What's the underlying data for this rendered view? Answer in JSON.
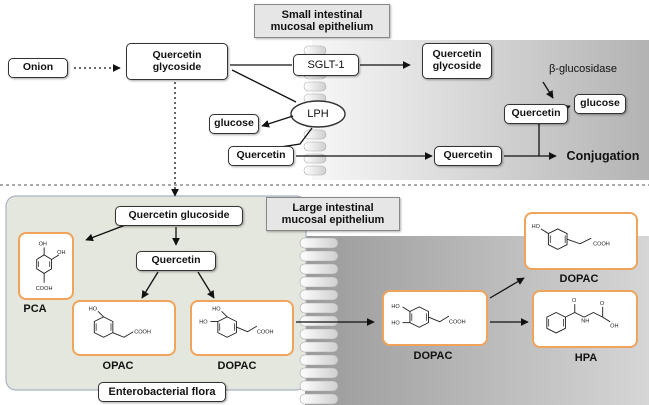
{
  "headers": {
    "small_intestine": "Small intestinal\nmucosal epithelium",
    "large_intestine": "Large intestinal\nmucosal epithelium"
  },
  "nodes": {
    "onion": "Onion",
    "quercetin_glycoside_1": "Quercetin\nglycoside",
    "sglt1": "SGLT-1",
    "quercetin_glycoside_2": "Quercetin\nglycoside",
    "beta_glucosidase": "β-glucosidase",
    "lph": "LPH",
    "glucose_1": "glucose",
    "glucose_2": "glucose",
    "quercetin_3": "Quercetin",
    "quercetin_1": "Quercetin",
    "quercetin_2": "Quercetin",
    "conjugation": "Conjugation",
    "quercetin_glucoside": "Quercetin glucoside",
    "quercetin_4": "Quercetin",
    "enterobacterial_flora": "Enterobacterial flora"
  },
  "molecules": {
    "pca": {
      "label": "PCA",
      "atoms": [
        "OH",
        "OH",
        "COOH"
      ]
    },
    "opac": {
      "label": "OPAC",
      "atoms": [
        "HO",
        "COOH"
      ]
    },
    "dopac_1": {
      "label": "DOPAC",
      "atoms": [
        "HO",
        "HO",
        "COOH"
      ]
    },
    "dopac_2": {
      "label": "DOPAC",
      "atoms": [
        "HO",
        "HO",
        "COOH"
      ]
    },
    "dopac_3": {
      "label": "DOPAC",
      "atoms": [
        "HO",
        "COOH"
      ]
    },
    "hpa": {
      "label": "HPA",
      "atoms": [
        "O",
        "NH",
        "OH",
        "O"
      ]
    }
  },
  "colors": {
    "molecule_border": "#f0a35a",
    "flora_region": "#e4e7de",
    "epithelium_dark": "#8c8c8c",
    "lumen_light": "#f4f4f4",
    "node_border": "#333333"
  }
}
